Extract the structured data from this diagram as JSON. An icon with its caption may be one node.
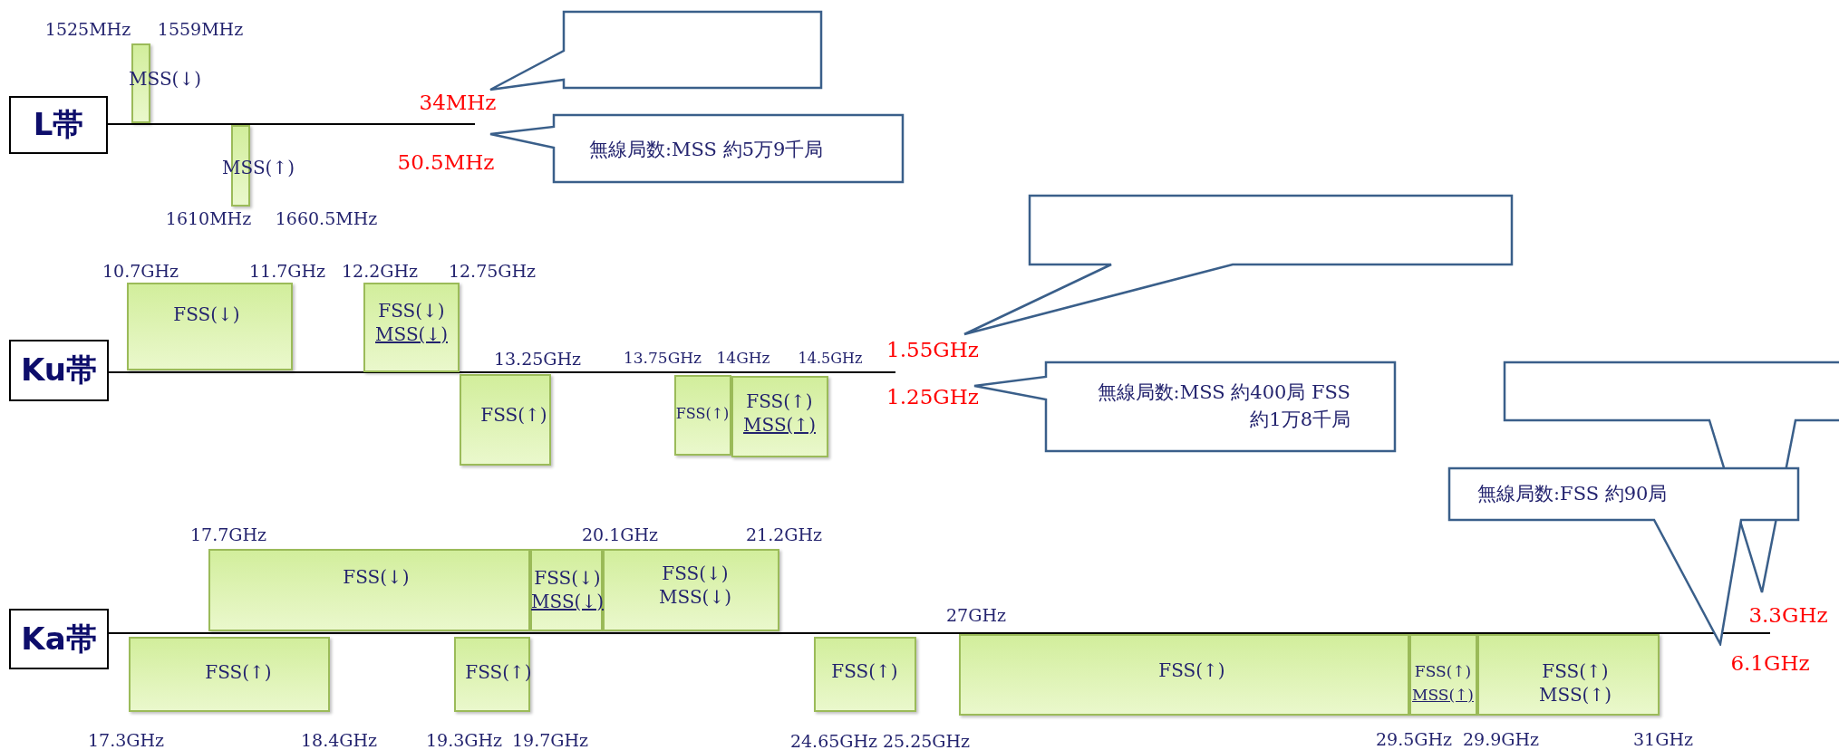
{
  "diagram": {
    "nodes": [
      {
        "text": [
          "L帯"
        ]
      },
      {
        "text": [
          "MSS(↓)"
        ]
      },
      {
        "text": [
          "MSS(↑)"
        ]
      },
      {
        "text": [],
        "shape": "callout"
      },
      {
        "text": [
          "無線局数:MSS 約5万9千局"
        ]
      },
      {
        "text": [
          "Ku帯"
        ]
      },
      {
        "text": [
          "FSS(↓)"
        ]
      },
      {
        "text": [
          "FSS(↓)",
          "MSS(↓)"
        ]
      },
      {
        "text": [
          "FSS(↑)"
        ]
      },
      {
        "text": [
          "FSS(↑)"
        ]
      },
      {
        "text": [
          "FSS(↑)",
          "MSS(↑)"
        ]
      },
      {
        "text": [],
        "shape": "callout"
      },
      {
        "text": [
          "無線局数:MSS 約400局 FSS 約1万8千局"
        ]
      },
      {
        "text": [
          "Ka帯"
        ]
      },
      {
        "text": [
          "FSS(↓)"
        ]
      },
      {
        "text": [
          "FSS(↓)",
          "MSS(↓)"
        ]
      },
      {
        "text": [
          "FSS(↓)",
          "MSS(↓)"
        ]
      },
      {
        "text": [
          "FSS(↑)"
        ]
      },
      {
        "text": [
          "FSS(↑)"
        ]
      },
      {
        "text": [
          "FSS(↑)"
        ]
      },
      {
        "text": [
          "FSS(↑)"
        ]
      },
      {
        "text": [
          "FSS(↑)",
          "MSS(↑)"
        ]
      },
      {
        "text": [
          "FSS(↑)",
          "MSS(↑)"
        ]
      },
      {
        "text": [],
        "shape": "callout"
      },
      {
        "text": [
          "無線局数:FSS 約90局"
        ]
      }
    ],
    "labels": [
      "1525MHz",
      "1559MHz",
      "34MHz",
      "50.5MHz",
      "1610MHz",
      "1660.5MHz",
      "10.7GHz",
      "11.7GHz",
      "12.2GHz",
      "12.75GHz",
      "1.55GHz",
      "13.25GHz",
      "13.75GHz",
      "14GHz",
      "14.5GHz",
      "1.25GHz",
      "17.7GHz",
      "20.1GHz",
      "21.2GHz",
      "27GHz",
      "3.3GHz",
      "6.1GHz",
      "17.3GHz",
      "18.4GHz",
      "19.3GHz",
      "19.7GHz",
      "24.65GHz",
      "25.25GHz",
      "29.5GHz",
      "29.9GHz",
      "31GHz"
    ]
  }
}
